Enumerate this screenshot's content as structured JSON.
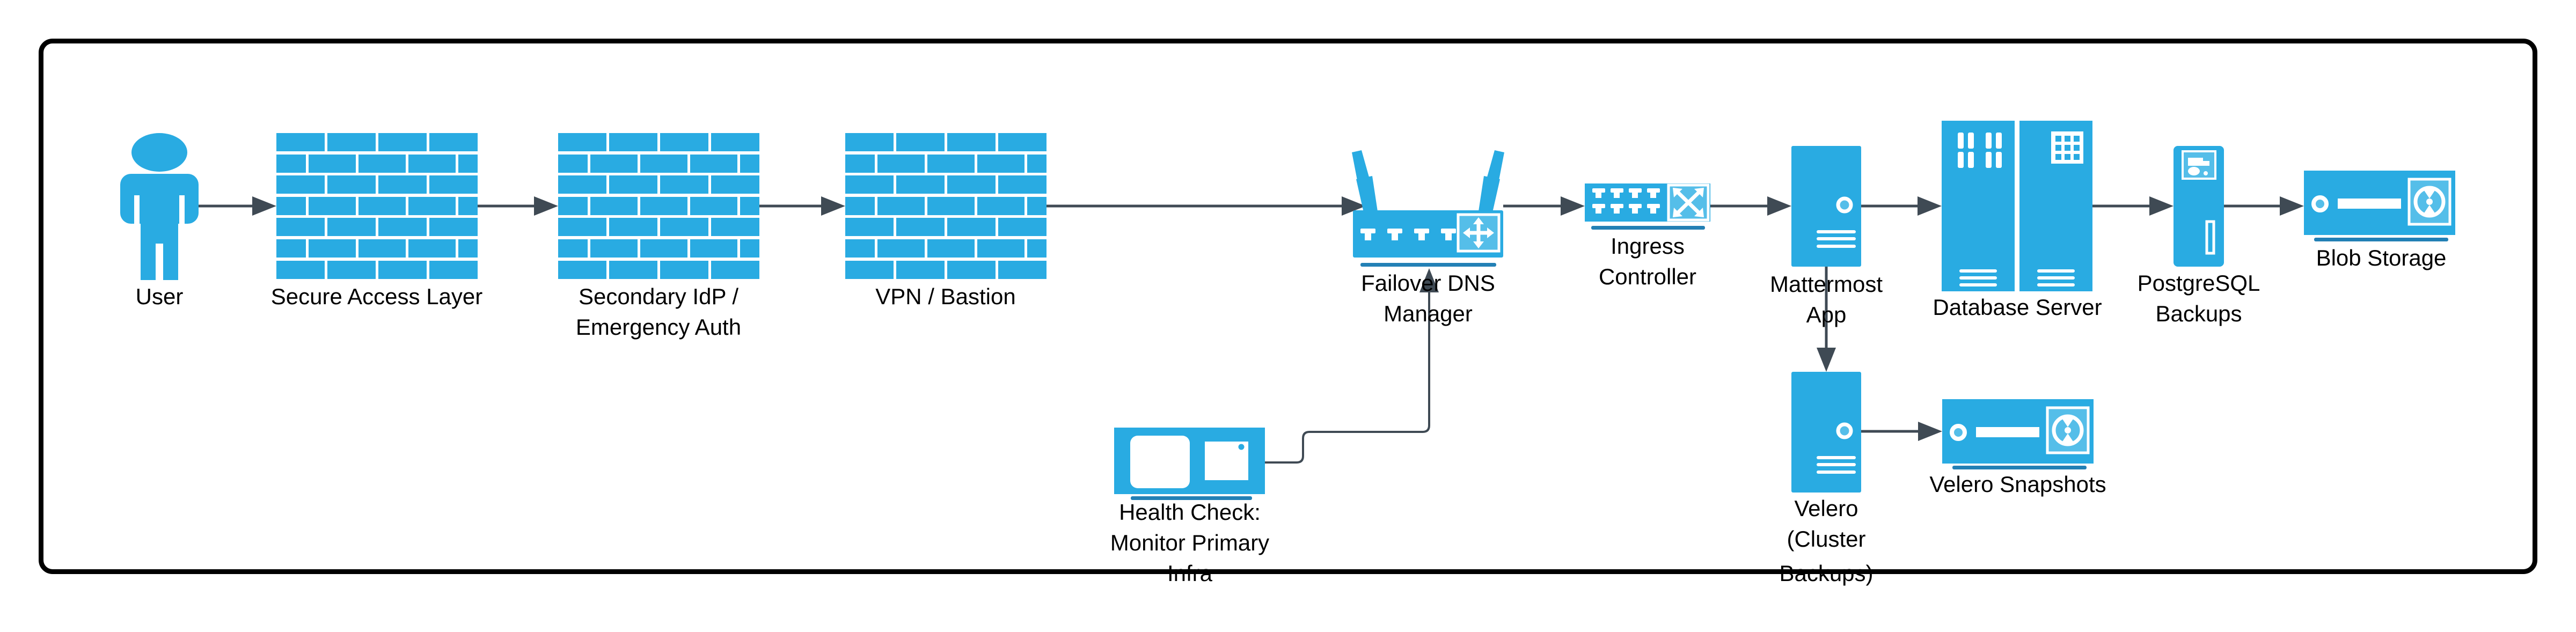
{
  "diagram": {
    "type": "architecture-flow",
    "colors": {
      "primary_blue": "#29ABE2",
      "light_blue": "#55BEE9",
      "underline_blue": "#2380B5",
      "arrow": "#3F4A54",
      "border": "#000000",
      "text": "#000000"
    },
    "nodes": {
      "user": {
        "icon": "person-icon",
        "lines": [
          "User"
        ]
      },
      "secure_access": {
        "icon": "firewall-icon",
        "lines": [
          "Secure Access Layer"
        ]
      },
      "secondary_idp": {
        "icon": "firewall-icon",
        "lines": [
          "Secondary IdP /",
          "Emergency Auth"
        ]
      },
      "vpn_bastion": {
        "icon": "firewall-icon",
        "lines": [
          "VPN / Bastion"
        ]
      },
      "failover_dns": {
        "icon": "wireless-router-icon",
        "lines": [
          "Failover DNS",
          "Manager"
        ]
      },
      "ingress_controller": {
        "icon": "switch-icon",
        "lines": [
          "Ingress",
          "Controller"
        ]
      },
      "mattermost_app": {
        "icon": "server-tower-icon",
        "lines": [
          "Mattermost",
          "App"
        ]
      },
      "database_server": {
        "icon": "server-rack-icon",
        "lines": [
          "Database Server"
        ]
      },
      "postgresql_backups": {
        "icon": "backup-server-icon",
        "lines": [
          "PostgreSQL",
          "Backups"
        ]
      },
      "blob_storage": {
        "icon": "tape-drive-icon",
        "lines": [
          "Blob Storage"
        ]
      },
      "health_check": {
        "icon": "health-monitor-icon",
        "lines": [
          "Health Check:",
          "Monitor Primary",
          "Infra"
        ]
      },
      "velero": {
        "icon": "server-tower-icon",
        "lines": [
          "Velero",
          "(Cluster",
          "Backups)"
        ]
      },
      "velero_snapshots": {
        "icon": "tape-drive-icon",
        "lines": [
          "Velero Snapshots"
        ]
      }
    },
    "edges": [
      {
        "from": "User",
        "to": "Secure Access Layer"
      },
      {
        "from": "Secure Access Layer",
        "to": "Secondary IdP / Emergency Auth"
      },
      {
        "from": "Secondary IdP / Emergency Auth",
        "to": "VPN / Bastion"
      },
      {
        "from": "VPN / Bastion",
        "to": "Failover DNS Manager"
      },
      {
        "from": "Failover DNS Manager",
        "to": "Ingress Controller"
      },
      {
        "from": "Ingress Controller",
        "to": "Mattermost App"
      },
      {
        "from": "Mattermost App",
        "to": "Database Server"
      },
      {
        "from": "Database Server",
        "to": "PostgreSQL Backups"
      },
      {
        "from": "PostgreSQL Backups",
        "to": "Blob Storage"
      },
      {
        "from": "Mattermost App",
        "to": "Velero (Cluster Backups)"
      },
      {
        "from": "Velero (Cluster Backups)",
        "to": "Velero Snapshots"
      },
      {
        "from": "Health Check: Monitor Primary Infra",
        "to": "Failover DNS Manager"
      }
    ]
  }
}
